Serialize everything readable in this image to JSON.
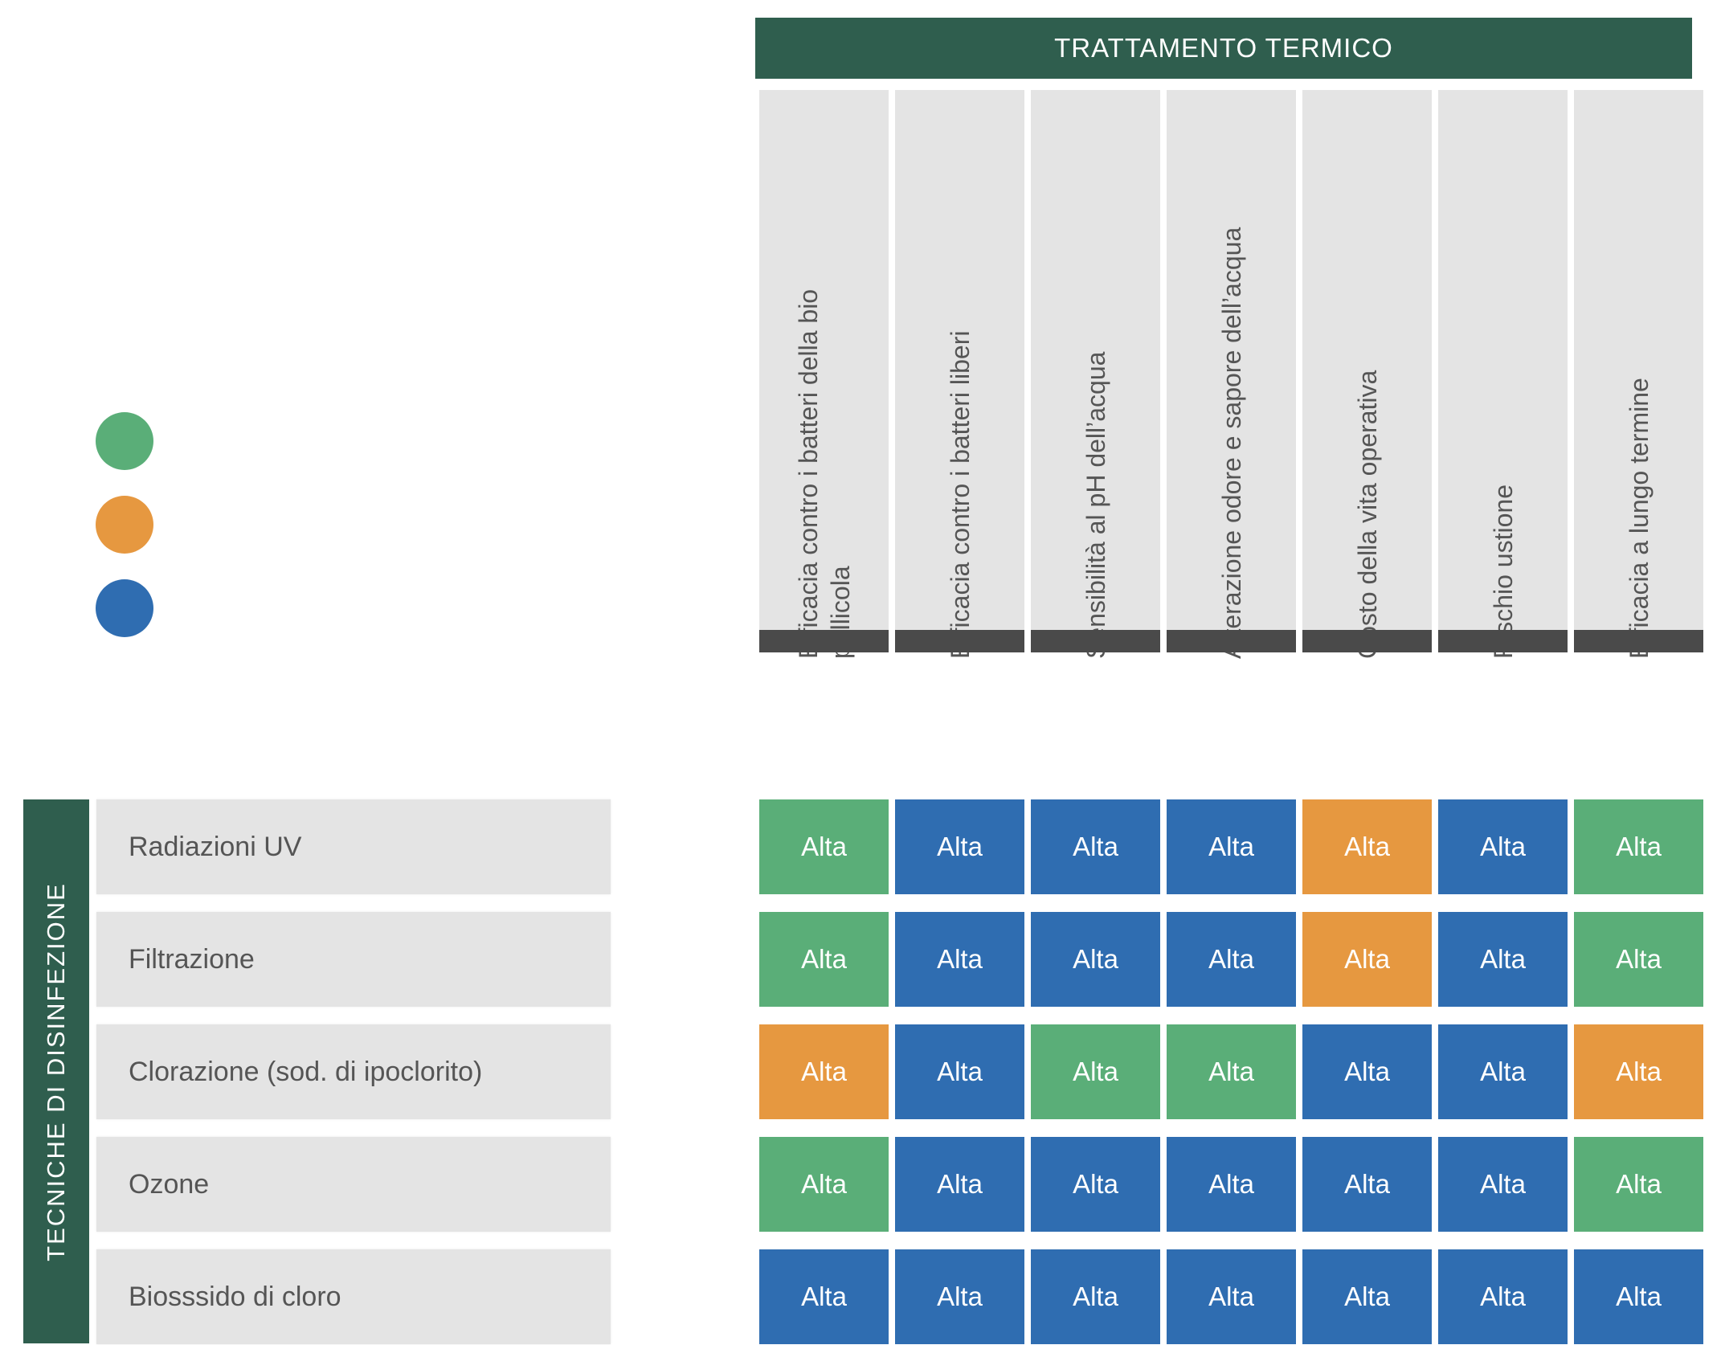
{
  "colors": {
    "green": "#5aae78",
    "orange": "#e69840",
    "blue": "#2f6db1",
    "dark_green": "#2f5e4e",
    "header_gray": "#e4e4e4",
    "header_bar": "#4a4a4a"
  },
  "legend": [
    {
      "color": "green"
    },
    {
      "color": "orange"
    },
    {
      "color": "blue"
    }
  ],
  "top_header": "TRATTAMENTO TERMICO",
  "side_header": "TECNICHE DI DISINFEZIONE",
  "columns": [
    "Efficacia contro i batteri della bio pellicola",
    "Efficacia contro i batteri liberi",
    "Sensibilità al pH dell’acqua",
    "Alterazione odore e sapore dell’acqua",
    "Costo della vita operativa",
    "Rischio ustione",
    "Efficacia a lungo termine"
  ],
  "rows": [
    {
      "label": "Radiazioni UV",
      "cells": [
        {
          "text": "Alta",
          "color": "green"
        },
        {
          "text": "Alta",
          "color": "blue"
        },
        {
          "text": "Alta",
          "color": "blue"
        },
        {
          "text": "Alta",
          "color": "blue"
        },
        {
          "text": "Alta",
          "color": "orange"
        },
        {
          "text": "Alta",
          "color": "blue"
        },
        {
          "text": "Alta",
          "color": "green"
        }
      ]
    },
    {
      "label": "Filtrazione",
      "cells": [
        {
          "text": "Alta",
          "color": "green"
        },
        {
          "text": "Alta",
          "color": "blue"
        },
        {
          "text": "Alta",
          "color": "blue"
        },
        {
          "text": "Alta",
          "color": "blue"
        },
        {
          "text": "Alta",
          "color": "orange"
        },
        {
          "text": "Alta",
          "color": "blue"
        },
        {
          "text": "Alta",
          "color": "green"
        }
      ]
    },
    {
      "label": "Clorazione (sod. di ipoclorito)",
      "cells": [
        {
          "text": "Alta",
          "color": "orange"
        },
        {
          "text": "Alta",
          "color": "blue"
        },
        {
          "text": "Alta",
          "color": "green"
        },
        {
          "text": "Alta",
          "color": "green"
        },
        {
          "text": "Alta",
          "color": "blue"
        },
        {
          "text": "Alta",
          "color": "blue"
        },
        {
          "text": "Alta",
          "color": "orange"
        }
      ]
    },
    {
      "label": "Ozone",
      "cells": [
        {
          "text": "Alta",
          "color": "green"
        },
        {
          "text": "Alta",
          "color": "blue"
        },
        {
          "text": "Alta",
          "color": "blue"
        },
        {
          "text": "Alta",
          "color": "blue"
        },
        {
          "text": "Alta",
          "color": "blue"
        },
        {
          "text": "Alta",
          "color": "blue"
        },
        {
          "text": "Alta",
          "color": "green"
        }
      ]
    },
    {
      "label": "Biosssido di cloro",
      "cells": [
        {
          "text": "Alta",
          "color": "blue"
        },
        {
          "text": "Alta",
          "color": "blue"
        },
        {
          "text": "Alta",
          "color": "blue"
        },
        {
          "text": "Alta",
          "color": "blue"
        },
        {
          "text": "Alta",
          "color": "blue"
        },
        {
          "text": "Alta",
          "color": "blue"
        },
        {
          "text": "Alta",
          "color": "blue"
        }
      ]
    }
  ]
}
